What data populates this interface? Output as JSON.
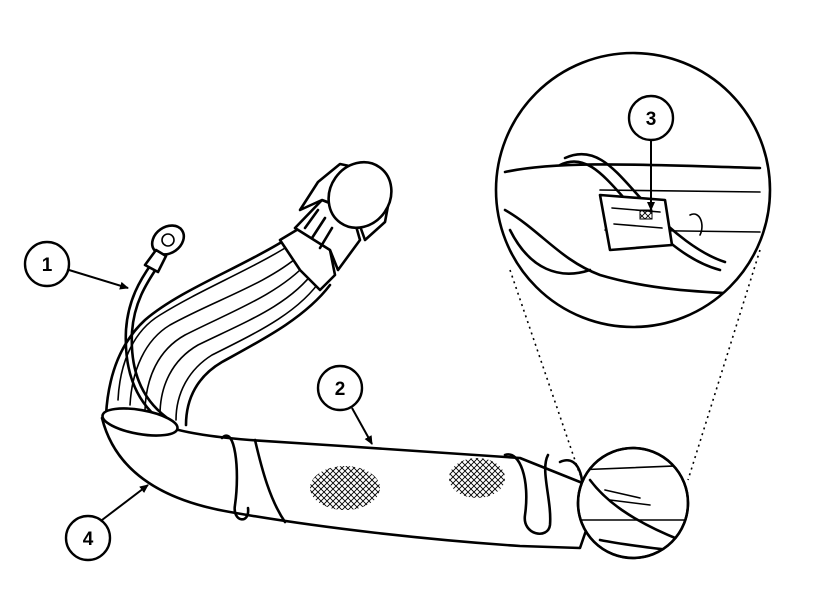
{
  "callouts": [
    {
      "id": "1",
      "label": "1"
    },
    {
      "id": "2",
      "label": "2"
    },
    {
      "id": "3",
      "label": "3"
    },
    {
      "id": "4",
      "label": "4"
    }
  ],
  "colors": {
    "line": "#000000",
    "background": "#ffffff"
  },
  "icons": {
    "leader_end": "arrowhead"
  }
}
